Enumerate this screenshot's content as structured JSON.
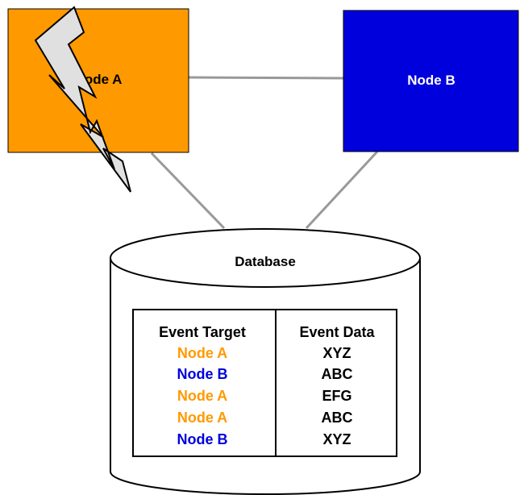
{
  "diagram": {
    "nodes": [
      {
        "id": "node-a",
        "label": "Node A",
        "color": "#ff9900"
      },
      {
        "id": "node-b",
        "label": "Node B",
        "color": "#0000dd"
      }
    ],
    "database": {
      "label": "Database",
      "table": {
        "headers": [
          "Event Target",
          "Event Data"
        ],
        "rows": [
          {
            "target": "Node A",
            "data": "XYZ",
            "target_color": "#ff9900"
          },
          {
            "target": "Node B",
            "data": "ABC",
            "target_color": "#0000dd"
          },
          {
            "target": "Node A",
            "data": "EFG",
            "target_color": "#ff9900"
          },
          {
            "target": "Node A",
            "data": "ABC",
            "target_color": "#ff9900"
          },
          {
            "target": "Node B",
            "data": "XYZ",
            "target_color": "#0000dd"
          }
        ]
      }
    },
    "colors": {
      "connector": "#999999",
      "lightning_fill": "#e0e0e0",
      "outline": "#000000"
    }
  }
}
